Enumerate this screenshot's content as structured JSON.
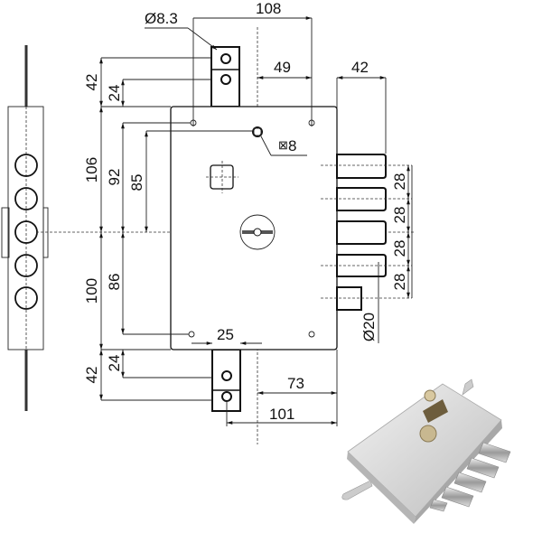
{
  "drawing": {
    "title": "Mortise lock technical drawing",
    "dimensions": {
      "hole_diameter": "Ø8.3",
      "overall_width": "108",
      "center_to_fixing": "49",
      "bolt_projection": "42",
      "square_spindle": "8",
      "square_symbol": "⊠",
      "top_plate_height": "42",
      "top_plate_hole": "24",
      "upper_height": "106",
      "upper_fixing": "92",
      "upper_spindle": "85",
      "lower_height": "100",
      "lower_fixing": "86",
      "bottom_plate_hole": "24",
      "bottom_plate_height": "42",
      "bolt_pitch": [
        "28",
        "28",
        "28",
        "28"
      ],
      "latch_diameter": "Ø20",
      "plate_offset": "25",
      "backset": "73",
      "plate_to_edge": "101"
    }
  }
}
